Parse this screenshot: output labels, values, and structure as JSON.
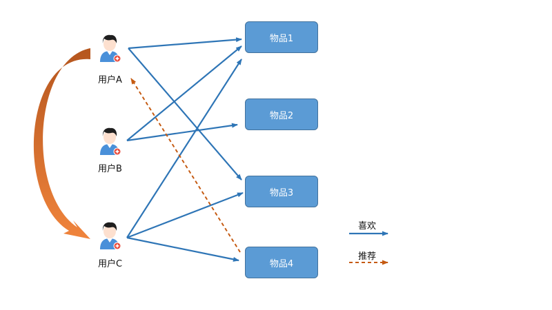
{
  "users": [
    {
      "id": "A",
      "label": "用户A"
    },
    {
      "id": "B",
      "label": "用户B"
    },
    {
      "id": "C",
      "label": "用户C"
    }
  ],
  "items": [
    {
      "id": "1",
      "label": "物品1"
    },
    {
      "id": "2",
      "label": "物品2"
    },
    {
      "id": "3",
      "label": "物品3"
    },
    {
      "id": "4",
      "label": "物品4"
    }
  ],
  "likes": [
    {
      "from": "A",
      "to": "1"
    },
    {
      "from": "A",
      "to": "3"
    },
    {
      "from": "B",
      "to": "1"
    },
    {
      "from": "B",
      "to": "2"
    },
    {
      "from": "C",
      "to": "1"
    },
    {
      "from": "C",
      "to": "3"
    },
    {
      "from": "C",
      "to": "4"
    }
  ],
  "recommendations": [
    {
      "from": "4",
      "to": "A"
    }
  ],
  "similarity": {
    "from": "A",
    "to": "C"
  },
  "legend": {
    "like_label": "喜欢",
    "recommend_label": "推荐"
  },
  "colors": {
    "like_arrow": "#2e75b6",
    "recommend_arrow": "#c55a11",
    "item_fill": "#5b9bd5",
    "similarity_arc_dark": "#b5561e",
    "similarity_arc_light": "#f0843c",
    "avatar_shirt": "#4a90d9",
    "avatar_face": "#fde0cf",
    "avatar_hair": "#1f1f1f",
    "badge": "#e84c3d"
  }
}
